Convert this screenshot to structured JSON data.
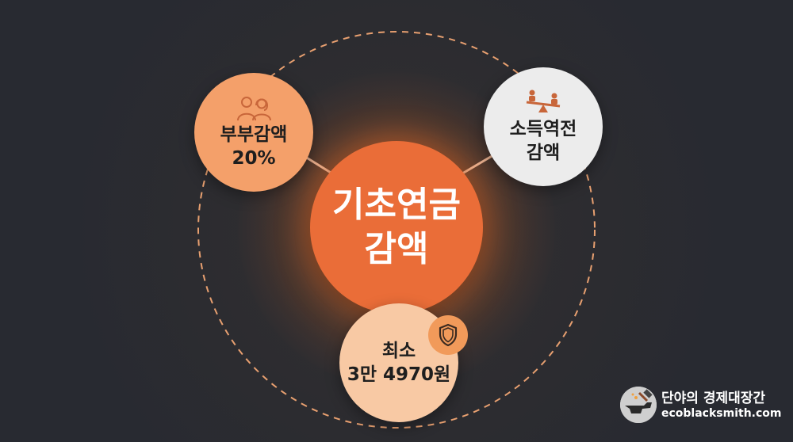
{
  "center_node": {
    "line1": "기초연금",
    "line2": "감액"
  },
  "nodes": {
    "couple": {
      "line1": "부부감액",
      "line2": "20%",
      "icon": "couple-icon"
    },
    "income": {
      "line1": "소득역전",
      "line2": "감액",
      "icon": "balance-scale-icon"
    },
    "minimum": {
      "line1": "최소",
      "line2": "3만 4970원",
      "icon": "shield-icon"
    }
  },
  "watermark": {
    "title": "단야의 경제대장간",
    "url": "ecoblacksmith.com"
  },
  "colors": {
    "background": "#2a2c33",
    "center": "#ea6d38",
    "couple": "#f4a06a",
    "income": "#ececec",
    "minimum": "#f8c9a4",
    "dashed_ring": "#e8a070",
    "icon": "#c8663a"
  }
}
